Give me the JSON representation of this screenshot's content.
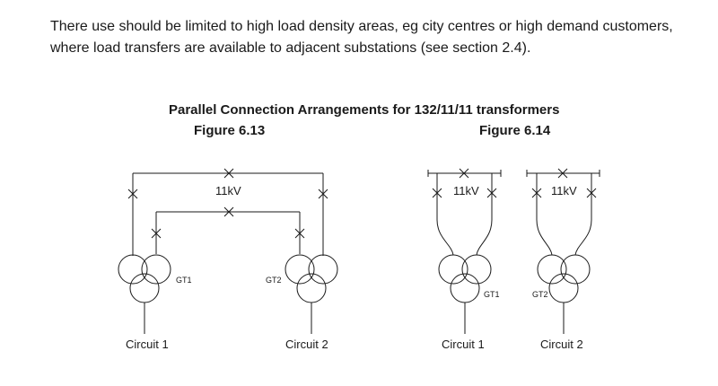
{
  "paragraph": "There use should be limited to high load density areas, eg city centres or high demand customers, where load transfers are available to adjacent substations (see section 2.4).",
  "diagram_title": "Parallel Connection Arrangements for 132/11/11 transformers",
  "figures": [
    {
      "caption": "Figure 6.13",
      "busbar_label": "11kV",
      "transformers": [
        "GT1",
        "GT2"
      ],
      "circuits": [
        "Circuit 1",
        "Circuit 2"
      ]
    },
    {
      "caption": "Figure 6.14",
      "groups": [
        {
          "busbar_label": "11kV",
          "transformer": "GT1",
          "circuit": "Circuit 1"
        },
        {
          "busbar_label": "11kV",
          "transformer": "GT2",
          "circuit": "Circuit 2"
        }
      ]
    }
  ]
}
